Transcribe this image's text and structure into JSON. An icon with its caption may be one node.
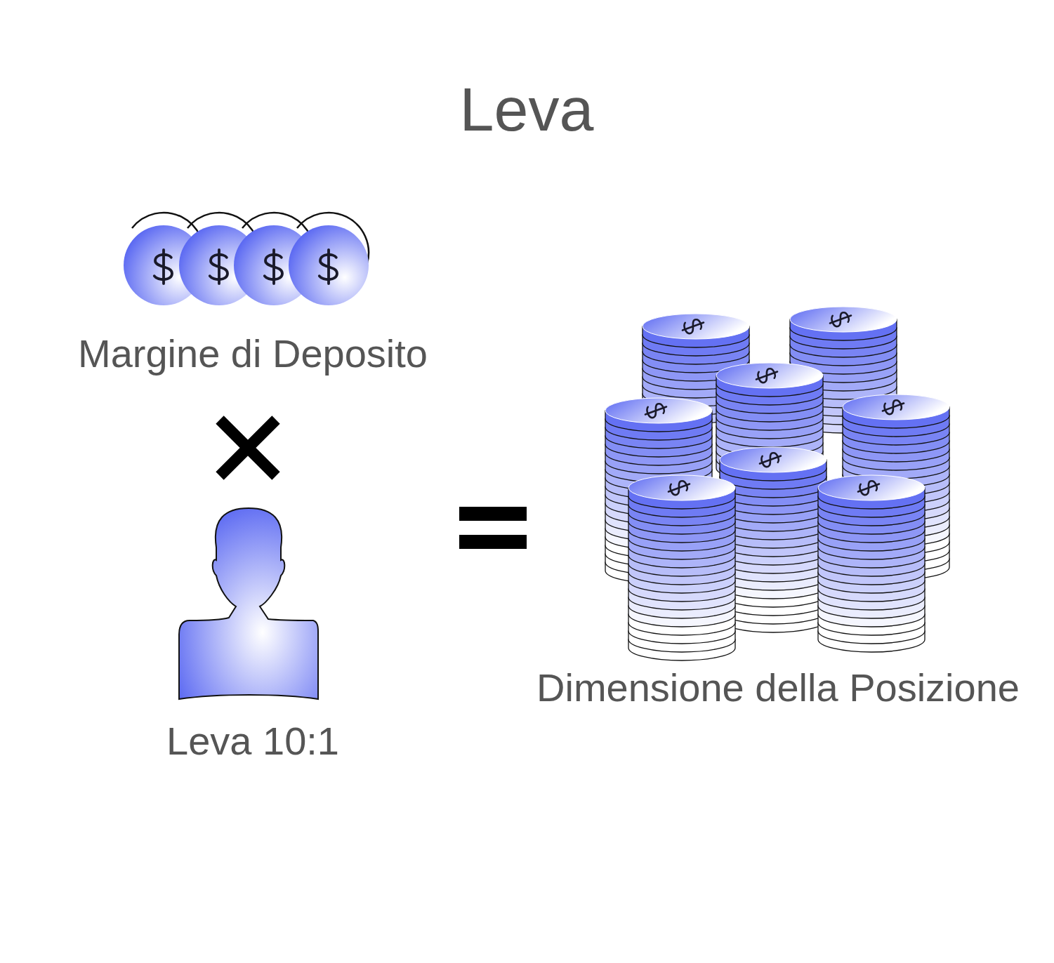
{
  "diagram": {
    "title": "Leva",
    "labels": [
      "Margine di Deposito",
      "Leva 10:1",
      "Dimensione della Posizione"
    ]
  }
}
